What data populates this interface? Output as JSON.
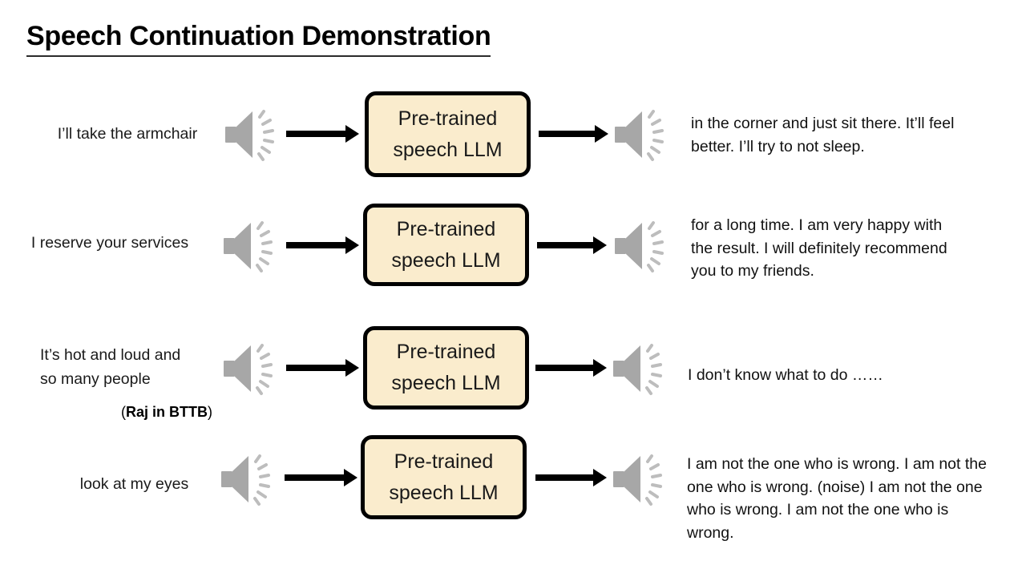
{
  "page": {
    "title": "Speech Continuation Demonstration",
    "background": "#ffffff",
    "box_fill": "#faeccd",
    "box_border": "#000000",
    "speaker_color": "#a6a6a6"
  },
  "model_box": {
    "line1": "Pre-trained",
    "line2": "speech LLM"
  },
  "rows": [
    {
      "prompt": "I’ll take the armchair",
      "note": null,
      "output": "in the corner and just sit there. It’ll feel better. I’ll try to not sleep.",
      "input_icon": "speaker-icon",
      "output_icon": "speaker-icon"
    },
    {
      "prompt": "I reserve your services",
      "note": null,
      "output": "for a long time. I am very happy with the result. I will definitely recommend you to my friends.",
      "input_icon": "speaker-icon",
      "output_icon": "speaker-icon"
    },
    {
      "prompt": "It’s hot and loud and\nso many people",
      "note_prefix": "(",
      "note_bold": "Raj in BTTB",
      "note_suffix": ")",
      "output": "I don’t know what to do ……",
      "input_icon": "speaker-icon",
      "output_icon": "speaker-icon"
    },
    {
      "prompt": "look at my eyes",
      "note": null,
      "output": "I am not the one who is wrong. I am not the one who is wrong. (noise) I am not the one who is wrong. I am not the one who is wrong.",
      "input_icon": "speaker-icon",
      "output_icon": "speaker-icon"
    }
  ]
}
